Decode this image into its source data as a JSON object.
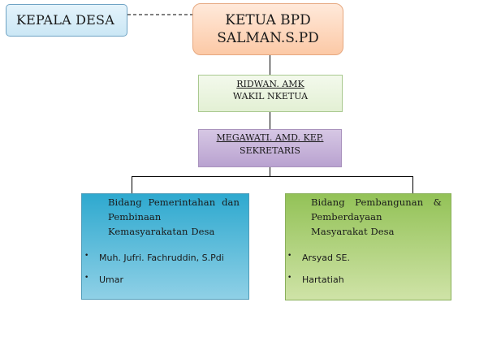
{
  "kepala_desa": "KEPALA DESA",
  "ketua": {
    "title": "KETUA BPD",
    "name": "SALMAN.S.PD"
  },
  "wakil": {
    "name": "RIDWAN. AMK",
    "role": "WAKIL NKETUA"
  },
  "sekretaris": {
    "name": "MEGAWATI. AMD. KEP.",
    "role": "SEKRETARIS"
  },
  "bidang_pemerintahan": {
    "title": "Bidang Pemerintahan dan Pembinaan Kemasyarakatan Desa",
    "members": [
      "Muh. Jufri. Fachruddin, S.Pdi",
      "Umar"
    ]
  },
  "bidang_pembangunan": {
    "title": "Bidang Pembangunan & Pemberdayaan Masyarakat Desa",
    "members": [
      "Arsyad SE.",
      "Hartatiah"
    ]
  },
  "colors": {
    "kepala_fill": "#cbe7f5",
    "ketua_fill": "#fcc9a6",
    "wakil_fill": "#e3f0d4",
    "sekretaris_fill": "#b9a2d0",
    "pemerintahan_fill": "#2ea9cf",
    "pembangunan_fill": "#93c257"
  }
}
